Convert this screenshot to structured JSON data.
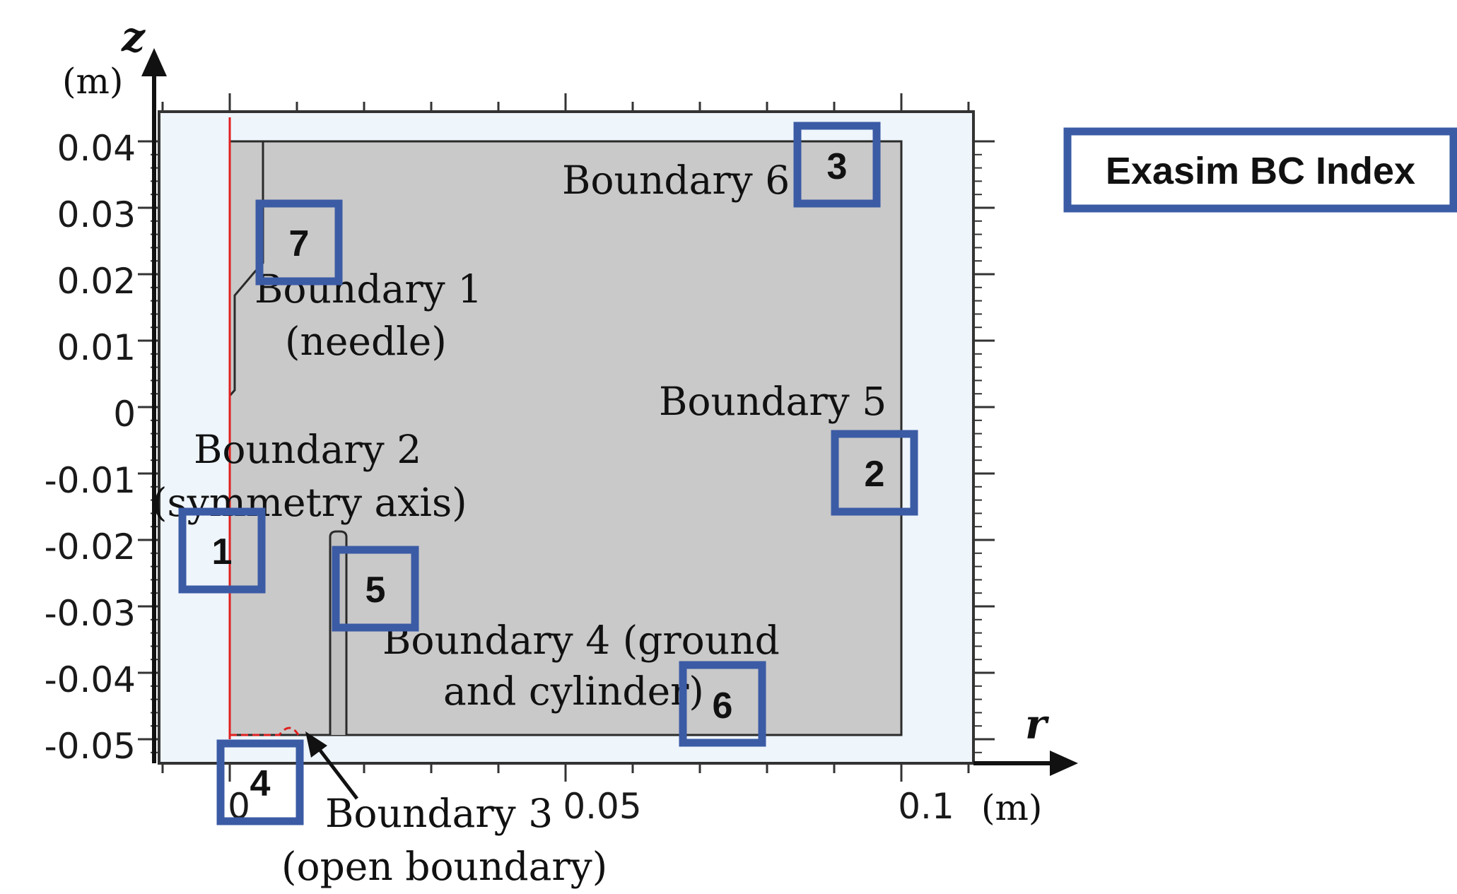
{
  "axes": {
    "z": {
      "name": "z",
      "unit": "(m)",
      "ticks": [
        "0.04",
        "0.03",
        "0.02",
        "0.01",
        "0",
        "-0.01",
        "-0.02",
        "-0.03",
        "-0.04",
        "-0.05"
      ]
    },
    "r": {
      "name": "r",
      "unit": "(m)",
      "ticks": [
        "0",
        "0.05",
        "0.1"
      ]
    }
  },
  "boundaries": [
    {
      "id": "b6",
      "lines": [
        "Boundary 6"
      ]
    },
    {
      "id": "b1",
      "lines": [
        "Boundary 1",
        "(needle)"
      ]
    },
    {
      "id": "b5",
      "lines": [
        "Boundary 5"
      ]
    },
    {
      "id": "b2",
      "lines": [
        "Boundary 2",
        "(symmetry axis)"
      ]
    },
    {
      "id": "b4",
      "lines": [
        "Boundary 4 (ground",
        "and cylinder)"
      ]
    },
    {
      "id": "b3",
      "lines": [
        "Boundary 3",
        "(open boundary)"
      ]
    }
  ],
  "bc_indices": [
    "3",
    "7",
    "2",
    "1",
    "5",
    "6",
    "4"
  ],
  "legend": {
    "title": "Exasim BC Index"
  },
  "colors": {
    "box_border": "#3b5ba5",
    "domain_fill": "#c9c9c9",
    "symmetry_axis": "#e02020",
    "plot_background": "#eef5fb"
  }
}
